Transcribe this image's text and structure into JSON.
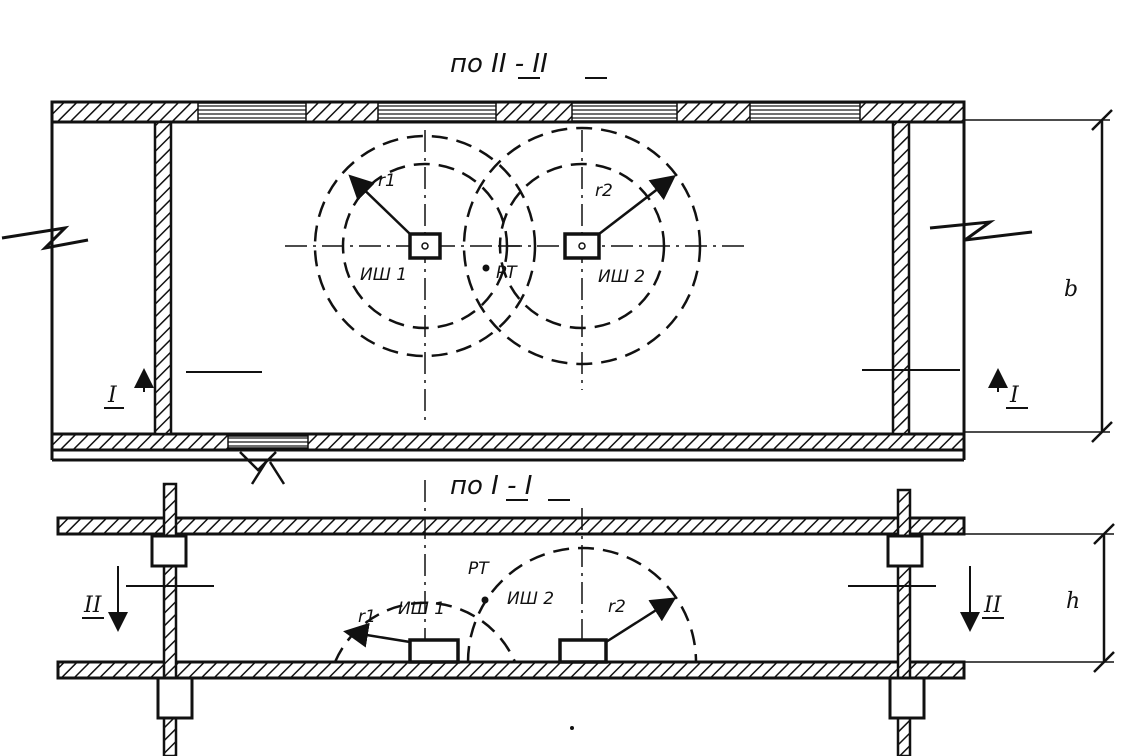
{
  "section_top": {
    "title": "по  II - II",
    "left_circle_radius": "r1",
    "right_circle_radius": "r2",
    "left_point": "ИШ 1",
    "right_point": "ИШ 2",
    "center_point": "РТ",
    "width_dim": "b",
    "section_mark_left": "I",
    "section_mark_right": "I"
  },
  "section_bottom": {
    "title": "по  I - I",
    "left_semicircle_radius": "r1",
    "right_semicircle_radius": "r2",
    "left_point": "ИШ 1",
    "right_point": "ИШ 2",
    "center_point": "РТ",
    "height_dim": "h",
    "section_mark_left": "II",
    "section_mark_right": "II"
  },
  "colors": {
    "ink": "#111111",
    "paper": "#ffffff"
  }
}
